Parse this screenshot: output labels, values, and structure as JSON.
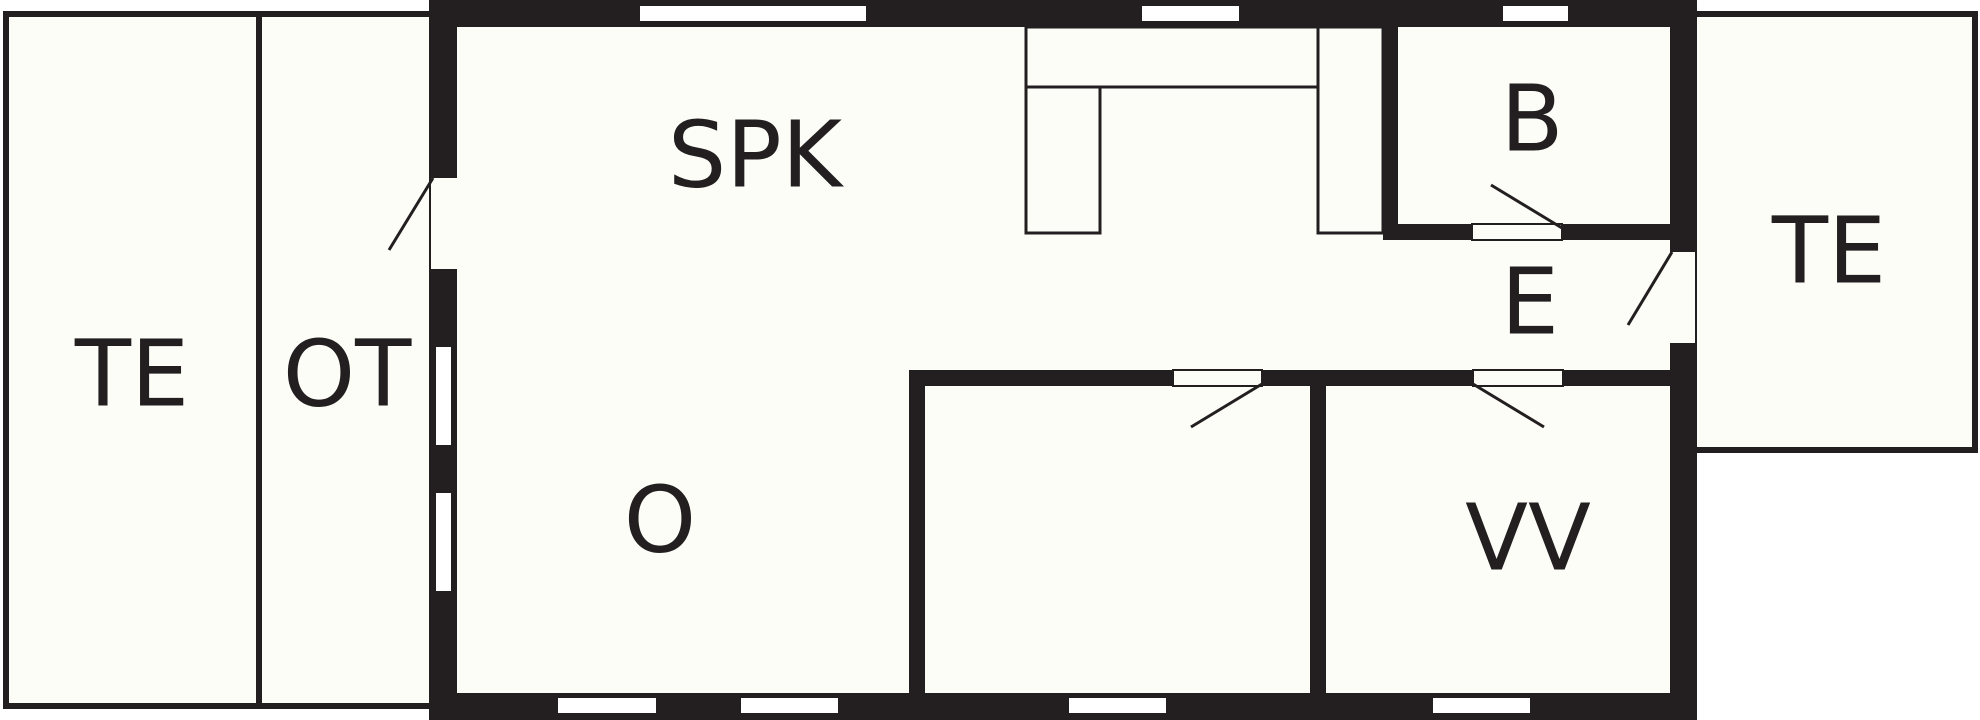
{
  "colors": {
    "wall": "#231f20",
    "floor": "#fdfdf8",
    "opening": "#ffffff"
  },
  "rooms": {
    "terrace_left": "TE",
    "covered_terrace": "OT",
    "kitchen_living": "SPK",
    "living": "O",
    "bathroom": "B",
    "hall": "E",
    "storage": "VV",
    "terrace_right": "TE"
  }
}
